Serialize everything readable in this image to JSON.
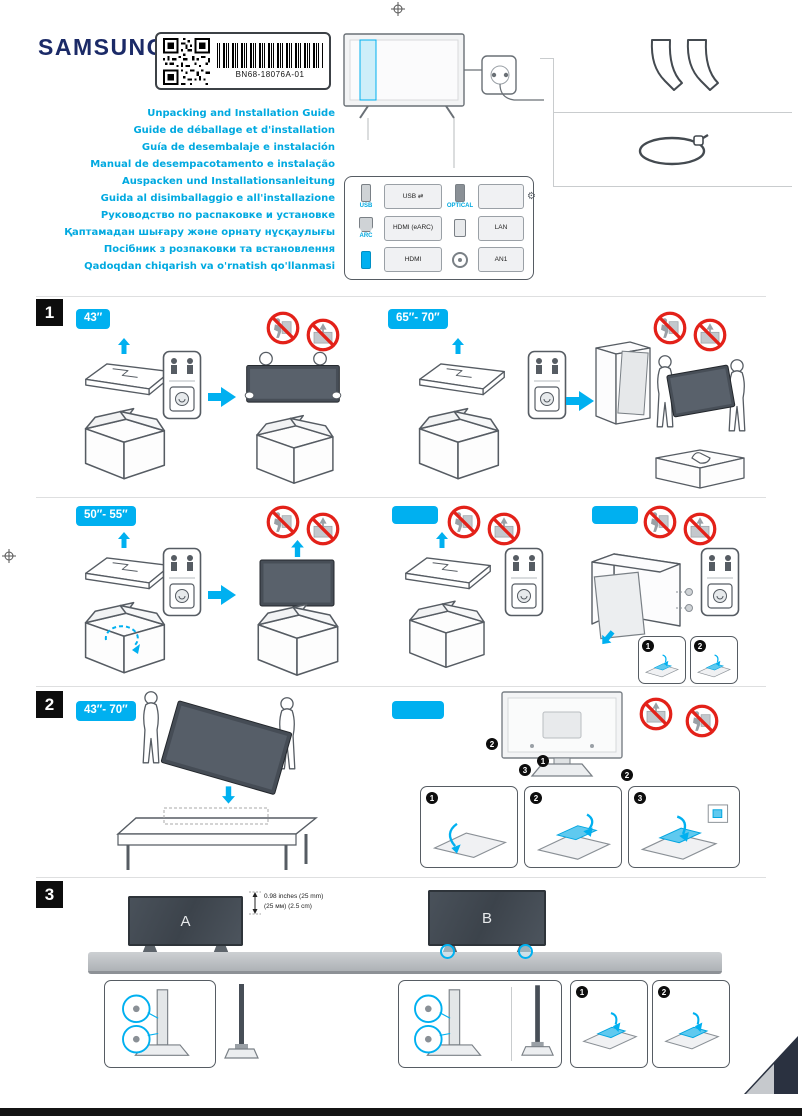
{
  "brand": "SAMSUNG",
  "label": {
    "part_number": "BN68-18076A-01"
  },
  "titles": [
    "Unpacking and Installation Guide",
    "Guide de déballage et d'installation",
    "Guía de desembalaje e instalación",
    "Manual de desempacotamento e instalação",
    "Auspacken und Installationsanleitung",
    "Guida al disimballaggio e all'installazione",
    "Руководство по распаковке и установке",
    "Қаптамадан шығару және орнату нұсқаулығы",
    "Посібник з розпаковки та встановлення",
    "Qadoqdan chiqarish va o'rnatish qo'llanmasi"
  ],
  "ports": {
    "usb_label": "USB",
    "usb_port": "USB ⇄",
    "optical_label": "OPTICAL",
    "arc_label": "ARC",
    "hdmi_earc_port": "HDMI (eARC)",
    "lan_port": "LAN",
    "hdmi_port": "HDMI",
    "ant_port": "AN1"
  },
  "icons": {
    "gear": "⚙"
  },
  "sections": {
    "s1": {
      "number": "1",
      "badge_small": "43″",
      "badge_large": "65″- 70″"
    },
    "mid": {
      "badge": "50″- 55″"
    },
    "s2": {
      "number": "2",
      "badge": "43″- 70″"
    },
    "s3": {
      "number": "3",
      "tv_a": "A",
      "tv_b": "B",
      "measure_line1": "0.98 inches (25 mm)",
      "measure_line2": "(25 мм) (2.5 cm)"
    }
  },
  "steps": {
    "one": "1",
    "two": "2",
    "three": "3"
  },
  "colors": {
    "accent": "#00b0f0",
    "brand": "#1b2a67",
    "prohibit": "#e32119"
  }
}
